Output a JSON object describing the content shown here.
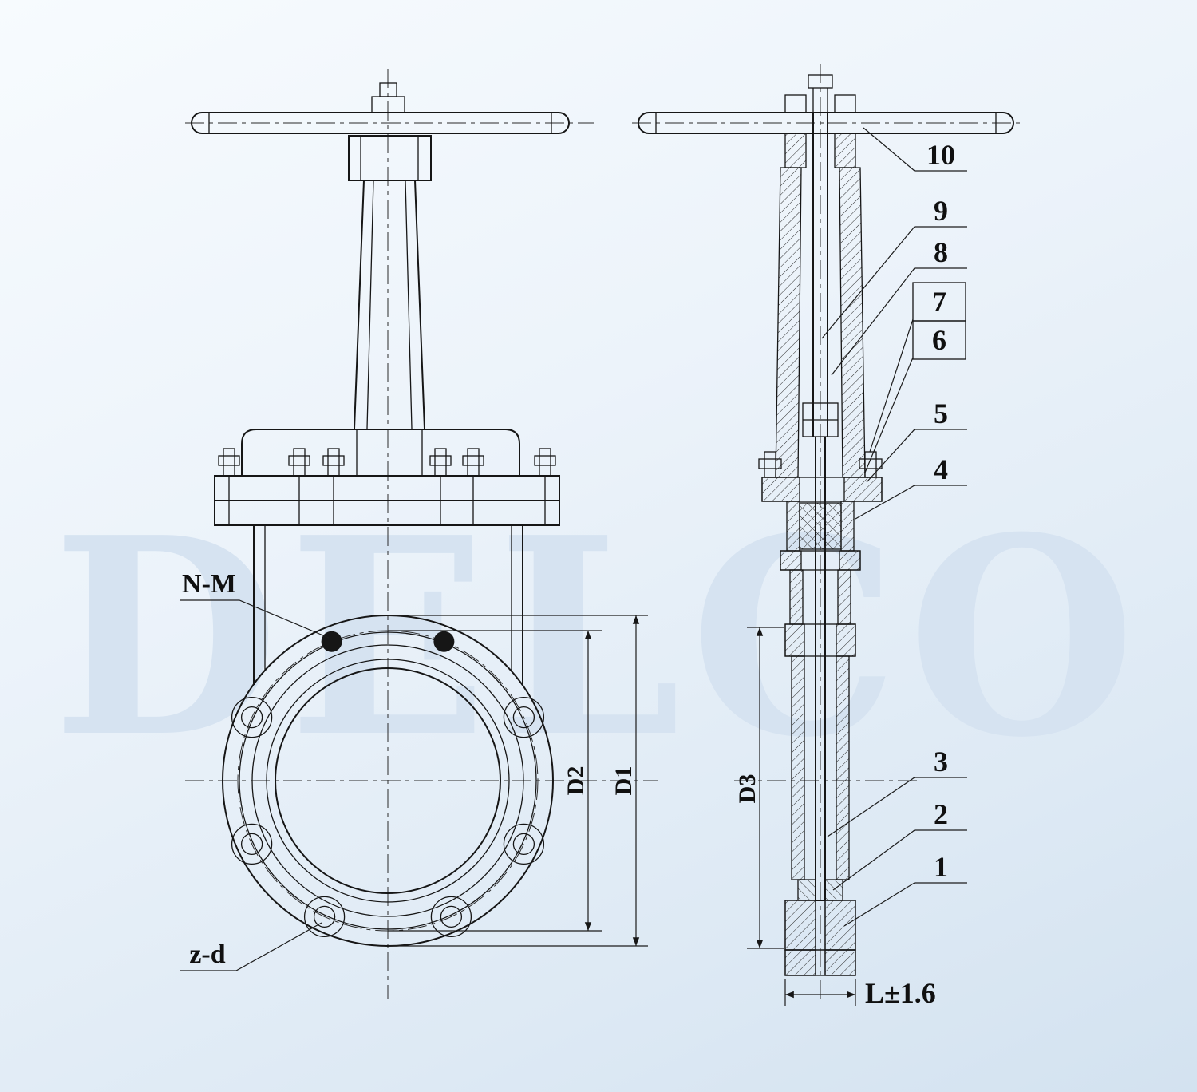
{
  "watermark": "DELCO",
  "front_view": {
    "bolt_pattern_label": "N-M",
    "drain_label": "z-d",
    "dim_d2": "D2",
    "dim_d1": "D1"
  },
  "side_view": {
    "dim_d3": "D3",
    "dim_length": "L±1.6"
  },
  "callouts": {
    "c10": "10",
    "c9": "9",
    "c8": "8",
    "c7": "7",
    "c6": "6",
    "c5": "5",
    "c4": "4",
    "c3": "3",
    "c2": "2",
    "c1": "1"
  },
  "colors": {
    "line": "#161616",
    "watermark": "#d6e3f1",
    "background_light": "#f7fbfe",
    "background_dark": "#d3e2f0"
  }
}
